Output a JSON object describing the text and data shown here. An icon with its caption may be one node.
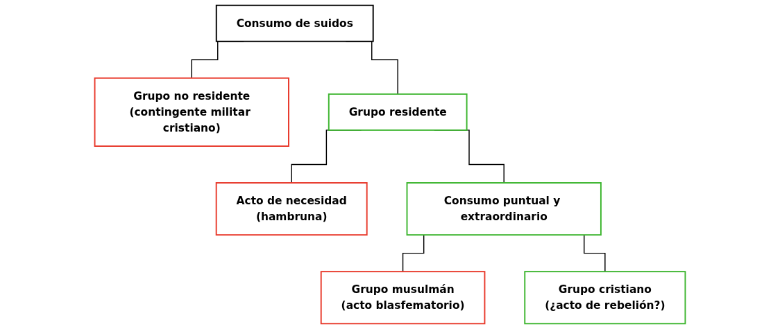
{
  "diagram": {
    "nodes": [
      {
        "text": [
          "Consumo de suidos"
        ]
      },
      {
        "text": [
          "Grupo no residente",
          "(contingente militar cristiano)"
        ]
      },
      {
        "text": [
          "Grupo residente"
        ]
      },
      {
        "text": [
          "Acto de necesidad",
          "(hambruna)"
        ]
      },
      {
        "text": [
          "Consumo puntual y extraordinario"
        ]
      },
      {
        "text": [
          "Grupo musulmán",
          "(acto blasfematorio)"
        ]
      },
      {
        "text": [
          "Grupo cristiano",
          "(¿acto de rebelión?)"
        ]
      }
    ],
    "edges": [
      {
        "from": 0,
        "to": 1,
        "arrow": "none"
      },
      {
        "from": 0,
        "to": 2,
        "arrow": "none"
      },
      {
        "from": 2,
        "to": 3,
        "arrow": "none"
      },
      {
        "from": 2,
        "to": 4,
        "arrow": "none"
      },
      {
        "from": 4,
        "to": 5,
        "arrow": "none"
      },
      {
        "from": 4,
        "to": 6,
        "arrow": "none"
      }
    ]
  }
}
